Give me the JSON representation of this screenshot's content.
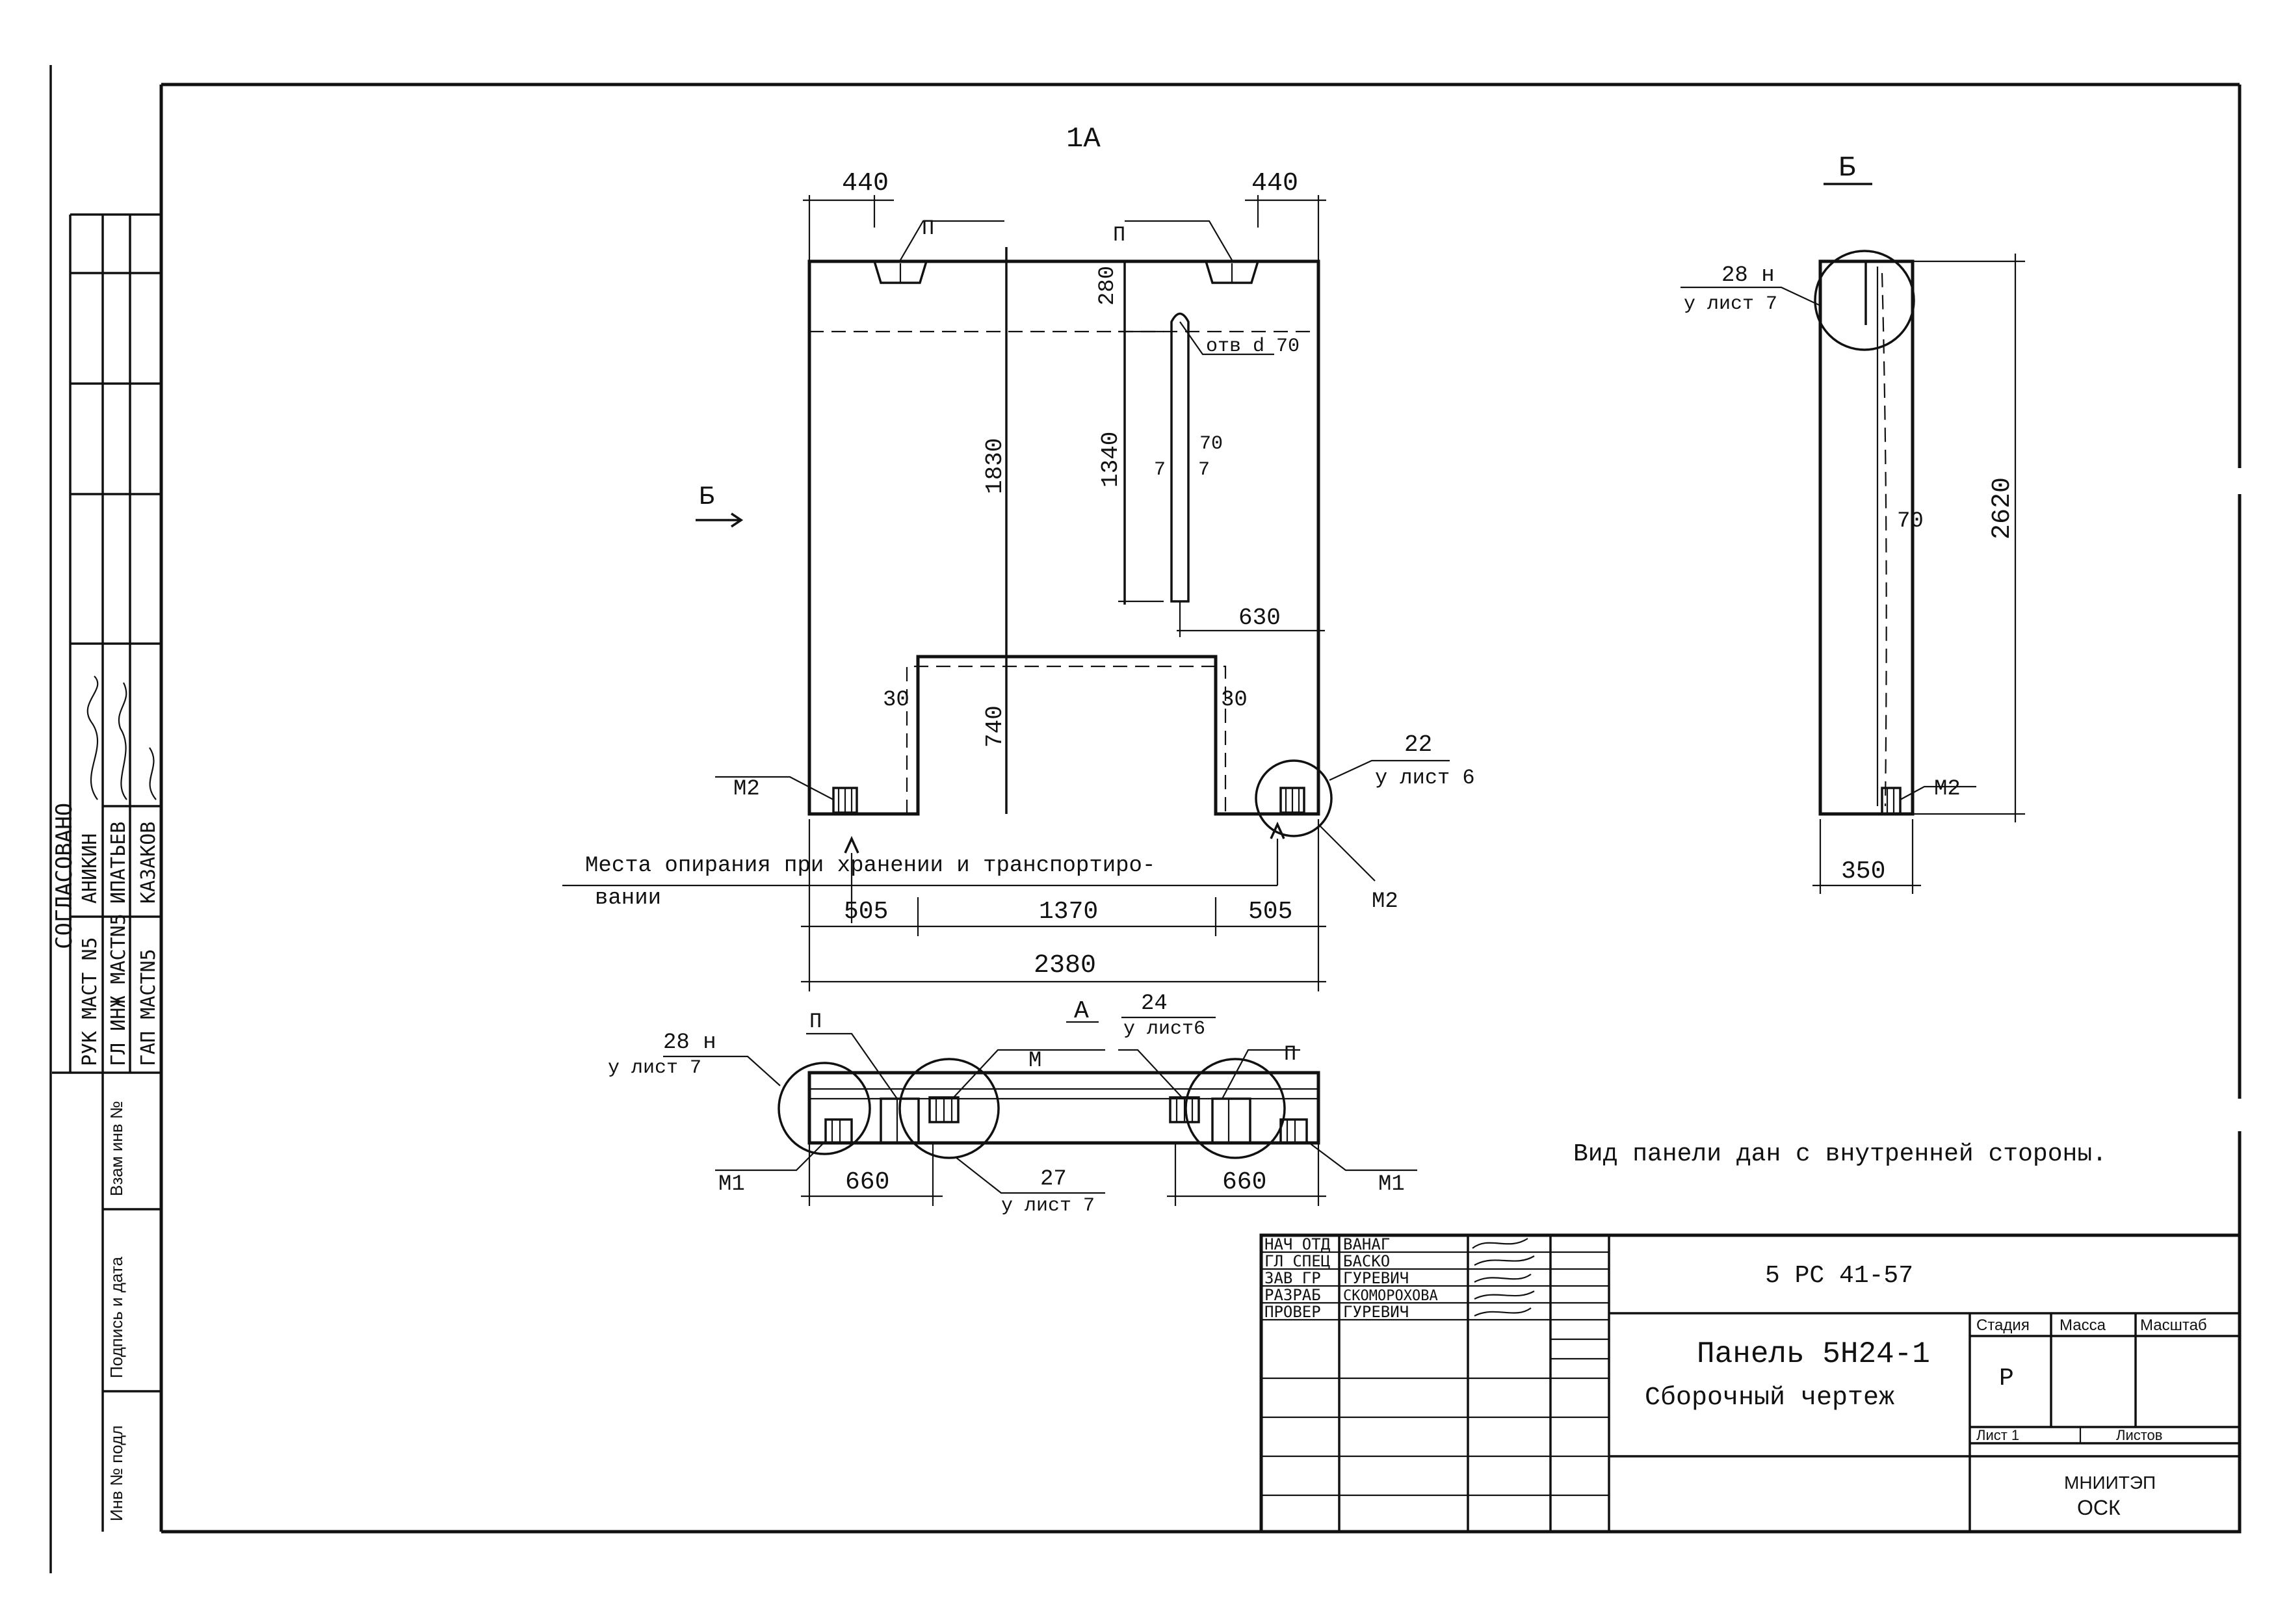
{
  "view_top": {
    "section_mark": "1A",
    "view_arrow_label": "Б",
    "dim_top_left": "440",
    "dim_top_right": "440",
    "loop_label_left": "П",
    "loop_label_right": "П",
    "dim_280": "280",
    "dim_1830": "1830",
    "dim_1340": "1340",
    "hole_label": "отв d 70",
    "dim_70": "70",
    "dim_7a": "7",
    "dim_7b": "7",
    "dim_630": "630",
    "dim_30_left": "30",
    "dim_30_right": "30",
    "dim_740": "740",
    "m2_left": "М2",
    "m2_bottom": "М2",
    "callout_22_num": "22",
    "callout_22_sheet": "у лист 6",
    "support_note_line1": "Места опирания при хранении и транспортиро-",
    "support_note_line2": "вании",
    "dim_505_left": "505",
    "dim_1370": "1370",
    "dim_505_right": "505",
    "dim_2380": "2380"
  },
  "view_plan": {
    "section_label": "А",
    "callout_24_num": "24",
    "callout_24_sheet": "у лист6",
    "callout_28_num": "28 н",
    "callout_28_sheet": "у лист 7",
    "loop_left": "П",
    "loop_right": "П",
    "m_label": "М",
    "m1_left": "М1",
    "m1_right": "М1",
    "dim_660_left": "660",
    "dim_660_right": "660",
    "callout_27_num": "27",
    "callout_27_sheet": "у лист 7"
  },
  "view_side": {
    "title": "Б",
    "callout_num": "28 н",
    "callout_sheet": "у лист 7",
    "dim_2620": "2620",
    "dim_70": "70",
    "m2_label": "М2",
    "dim_350": "350"
  },
  "note": "Вид панели дан с внутренней стороны.",
  "left_strip": {
    "agreed": "СОГЛАСОВАНО",
    "rows": [
      {
        "role": "РУК МАСТ N5",
        "name": "АНИКИН"
      },
      {
        "role": "ГЛ ИНЖ МАСТN5",
        "name": "ИПАТЬЕВ"
      },
      {
        "role": "ГАП МАСТN5",
        "name": "КАЗАКОВ"
      }
    ],
    "vzam": "Взам инв №",
    "podpis": "Подпись и дата",
    "inv": "Инв № подл"
  },
  "title_block": {
    "roles": [
      "НАЧ ОТД",
      "ГЛ СПЕЦ",
      "ЗАВ ГР",
      "РАЗРАБ",
      "ПРОВЕР"
    ],
    "names": [
      "ВАНАГ",
      "БАСКО",
      "ГУРЕВИЧ",
      "СКОМОРОХОВА",
      "ГУРЕВИЧ"
    ],
    "code": "5 РС 41-57",
    "title_line1": "Панель 5Н24-1",
    "title_line2": "Сборочный чертеж",
    "stage_label": "Стадия",
    "mass_label": "Масса",
    "scale_label": "Масштаб",
    "stage_value": "Р",
    "sheet_label": "Лист 1",
    "sheets_label": "Листов",
    "org_line1": "МНИИТЭП",
    "org_line2": "ОСК"
  }
}
